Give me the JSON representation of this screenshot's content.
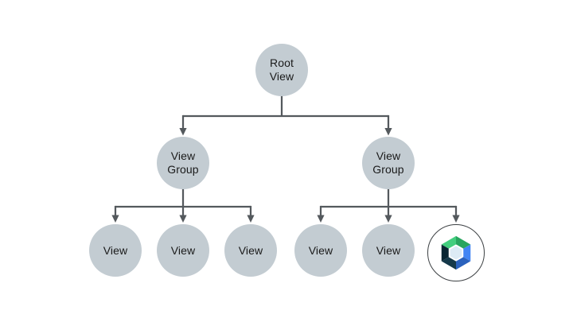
{
  "diagram": {
    "background": "#ffffff",
    "node_fill": "#c3ccd2",
    "node_text_color": "#1a1a1a",
    "connector_color": "#54595d",
    "nodes": {
      "root": "Root\nView",
      "group_left": "View\nGroup",
      "group_right": "View\nGroup",
      "view_l1": "View",
      "view_l2": "View",
      "view_l3": "View",
      "view_r1": "View",
      "view_r2": "View"
    },
    "structure": {
      "root": [
        "group_left",
        "group_right"
      ],
      "group_left": [
        "view_l1",
        "view_l2",
        "view_l3"
      ],
      "group_right": [
        "view_r1",
        "view_r2",
        "compose_node"
      ]
    },
    "compose_node": {
      "icon": "jetpack-compose-logo",
      "ring_color": "#3c4043",
      "colors": {
        "green_light": "#43ce7e",
        "green_dark": "#28a55f",
        "blue_light": "#4285f4",
        "blue_dark": "#2b62bd",
        "navy_dark": "#0a2532",
        "navy_light": "#15394a",
        "center_hex": "#ddebf5"
      }
    }
  }
}
